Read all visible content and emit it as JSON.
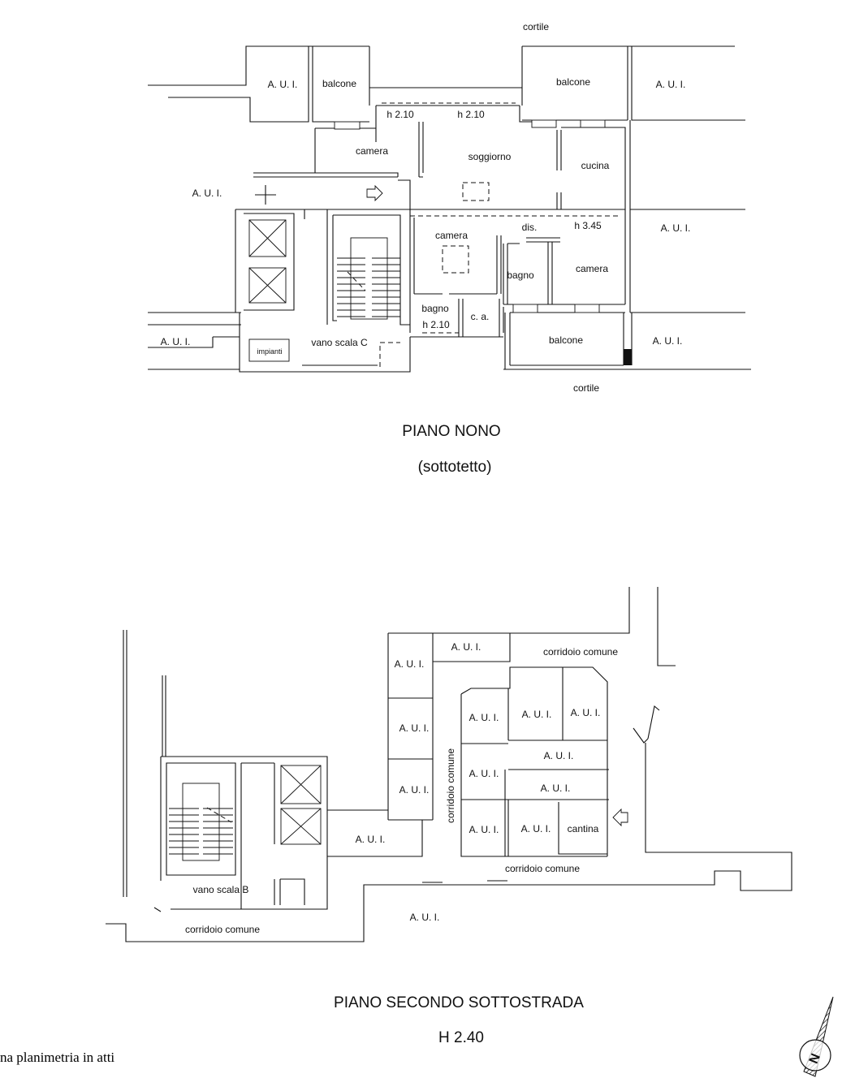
{
  "piano_nono": {
    "cortile_top": "cortile",
    "aui_nw": "A. U. I.",
    "balcone_nw": "balcone",
    "balcone_ne": "balcone",
    "aui_ne": "A. U. I.",
    "h_nw": "h 2.10",
    "h_n": "h 2.10",
    "camera_nw": "camera",
    "soggiorno": "soggiorno",
    "cucina": "cucina",
    "aui_w": "A. U. I.",
    "camera_c": "camera",
    "dis": "dis.",
    "h_dis": "h 3.45",
    "aui_e": "A. U. I.",
    "bagno_e": "bagno",
    "camera_e": "camera",
    "bagno_s": "bagno",
    "ca": "c. a.",
    "h_bagno": "h 2.10",
    "aui_sw": "A. U. I.",
    "impianti": "impianti",
    "vano_scala": "vano scala C",
    "balcone_s": "balcone",
    "aui_se": "A. U. I.",
    "cortile_bottom": "cortile",
    "title": "PIANO NONO",
    "subtitle": "(sottotetto)"
  },
  "piano_sottostrada": {
    "aui_n_strip": "A. U. I.",
    "corridoio_n": "corridoio comune",
    "aui_col_1": "A. U. I.",
    "aui_c1r1": "A. U. I.",
    "aui_c2r1": "A. U. I.",
    "aui_c3r1": "A. U. I.",
    "aui_col_2": "A. U. I.",
    "aui_r2": "A. U. I.",
    "corridoio_v": "corridoio comune",
    "aui_c1r2": "A. U. I.",
    "aui_r3": "A. U. I.",
    "aui_col_3": "A. U. I.",
    "aui_w_block": "A. U. I.",
    "aui_c1r3": "A. U. I.",
    "aui_c2r3": "A. U. I.",
    "cantina": "cantina",
    "corridoio_s": "corridoio comune",
    "vano_scala": "vano scala B",
    "aui_s": "A. U. I.",
    "corridoio_w": "corridoio comune",
    "title": "PIANO SECONDO SOTTOSTRADA",
    "subtitle": "H 2.40"
  },
  "footnote": "na planimetria in atti",
  "compass": {
    "letter": "N",
    "icon": "north-arrow-icon"
  }
}
